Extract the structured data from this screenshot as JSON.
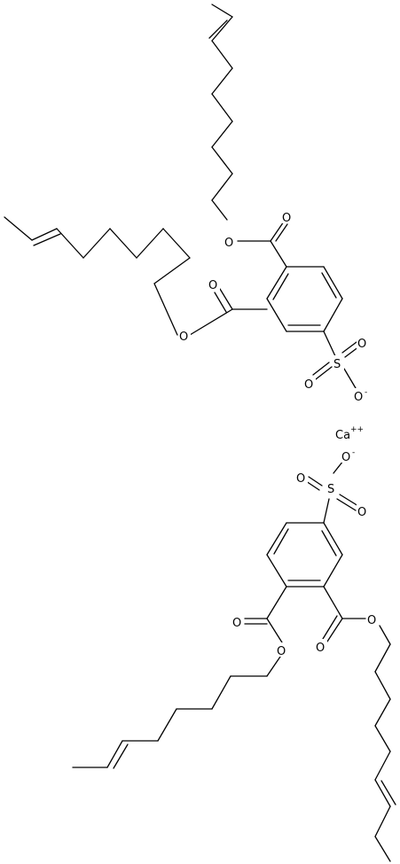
{
  "atoms": {
    "oxygen": "O",
    "sulfur": "S",
    "calcium": "Ca",
    "minus": "-",
    "plus2": "++"
  }
}
